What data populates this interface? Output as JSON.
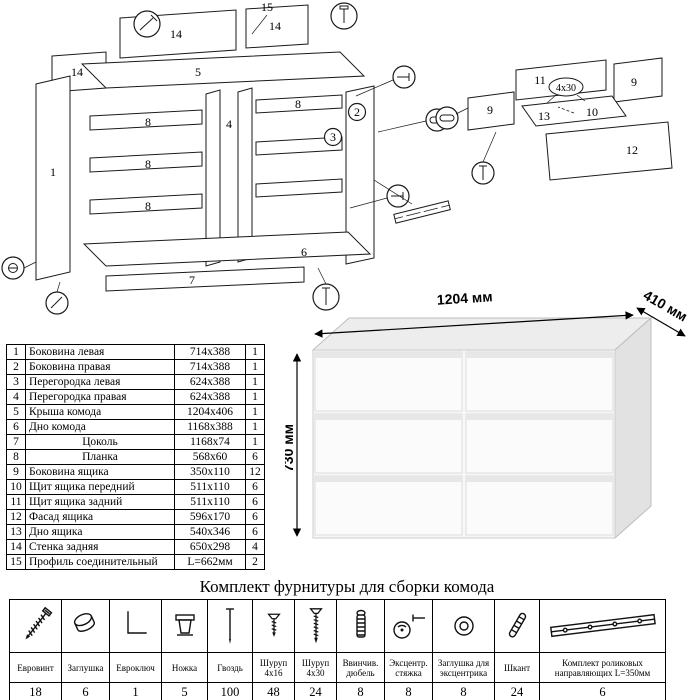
{
  "title": "Комплект фурнитуры для сборки комода",
  "dimensions": {
    "width": "1204 мм",
    "depth": "410 мм",
    "height": "730 мм"
  },
  "parts_table": {
    "rows": [
      {
        "num": "1",
        "name": "Боковина левая",
        "size": "714x388",
        "qty": "1"
      },
      {
        "num": "2",
        "name": "Боковина правая",
        "size": "714x388",
        "qty": "1"
      },
      {
        "num": "3",
        "name": "Перегородка левая",
        "size": "624x388",
        "qty": "1"
      },
      {
        "num": "4",
        "name": "Перегородка правая",
        "size": "624x388",
        "qty": "1"
      },
      {
        "num": "5",
        "name": "Крыша комода",
        "size": "1204x406",
        "qty": "1"
      },
      {
        "num": "6",
        "name": "Дно комода",
        "size": "1168x388",
        "qty": "1"
      },
      {
        "num": "7",
        "name": "Цоколь",
        "size": "1168x74",
        "qty": "1"
      },
      {
        "num": "8",
        "name": "Планка",
        "size": "568x60",
        "qty": "6"
      },
      {
        "num": "9",
        "name": "Боковина ящика",
        "size": "350x110",
        "qty": "12"
      },
      {
        "num": "10",
        "name": "Щит ящика передний",
        "size": "511x110",
        "qty": "6"
      },
      {
        "num": "11",
        "name": "Щит ящика задний",
        "size": "511x110",
        "qty": "6"
      },
      {
        "num": "12",
        "name": "Фасад ящика",
        "size": "596x170",
        "qty": "6"
      },
      {
        "num": "13",
        "name": "Дно ящика",
        "size": "540x346",
        "qty": "6"
      },
      {
        "num": "14",
        "name": "Стенка задняя",
        "size": "650x298",
        "qty": "4"
      },
      {
        "num": "15",
        "name": "Профиль соединительный",
        "size": "L=662мм",
        "qty": "2"
      }
    ]
  },
  "hardware": {
    "items": [
      {
        "name": "Евровинт",
        "qty": "18",
        "icon": "euro-screw-icon"
      },
      {
        "name": "Заглушка",
        "qty": "6",
        "icon": "cap-icon"
      },
      {
        "name": "Евроключ",
        "qty": "1",
        "icon": "hex-key-icon"
      },
      {
        "name": "Ножка",
        "qty": "5",
        "icon": "leg-icon"
      },
      {
        "name": "Гвоздь",
        "qty": "100",
        "icon": "nail-icon"
      },
      {
        "name": "Шуруп 4х16",
        "qty": "48",
        "icon": "screw-4x16-icon"
      },
      {
        "name": "Шуруп 4х30",
        "qty": "24",
        "icon": "screw-4x30-icon"
      },
      {
        "name": "Ввинчив. дюбель",
        "qty": "8",
        "icon": "threaded-dowel-icon"
      },
      {
        "name": "Эксцентр. стяжка",
        "qty": "8",
        "icon": "cam-lock-icon"
      },
      {
        "name": "Заглушка для эксцентрика",
        "qty": "8",
        "icon": "cam-cap-icon"
      },
      {
        "name": "Шкант",
        "qty": "24",
        "icon": "wood-dowel-icon"
      },
      {
        "name": "Комплект роликовых направляющих L=350мм",
        "qty": "6",
        "icon": "drawer-slide-icon"
      }
    ]
  },
  "diagram": {
    "labels": {
      "p1": "1",
      "p2": "2",
      "p3": "3",
      "p4": "4",
      "p5": "5",
      "p6": "6",
      "p7": "7",
      "p8a": "8",
      "p8b": "8",
      "p8c": "8",
      "p8d": "8",
      "p9a": "9",
      "p9b": "9",
      "p10": "10",
      "p11": "11",
      "p12": "12",
      "p13": "13",
      "p14a": "14",
      "p14b": "14",
      "p14c": "14",
      "p15": "15",
      "screw_note": "4x30"
    }
  }
}
